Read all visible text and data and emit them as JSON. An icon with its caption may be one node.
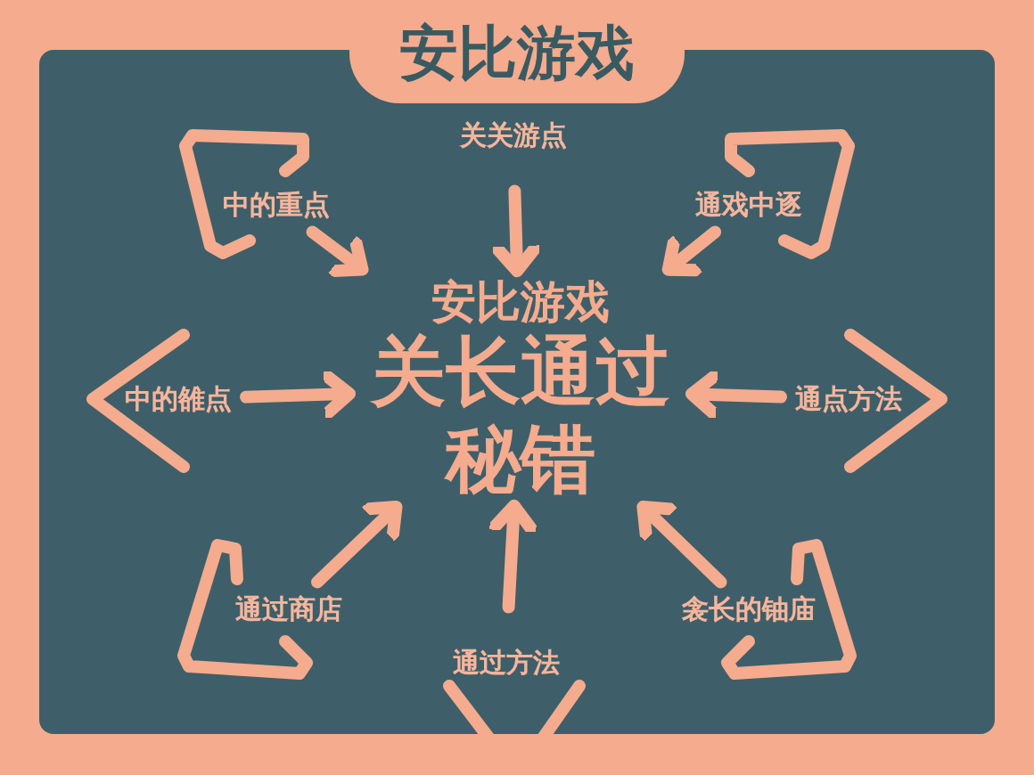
{
  "diagram": {
    "title": "安比游戏",
    "nodes": [
      {
        "text": [
          "关关游点"
        ]
      },
      {
        "text": [
          "中的重点"
        ]
      },
      {
        "text": [
          "通戏中逐"
        ]
      },
      {
        "text": [
          "安比游戏",
          "关长通过秘错"
        ]
      },
      {
        "text": [
          "中的雒点"
        ]
      },
      {
        "text": [
          "通点方法"
        ]
      },
      {
        "text": [
          "通过商店"
        ]
      },
      {
        "text": [
          "通过方法"
        ]
      },
      {
        "text": [
          "衾长的铀庙"
        ]
      }
    ],
    "edges": [
      {
        "from": 0,
        "to": 3,
        "arrow": "to"
      },
      {
        "from": 1,
        "to": 3,
        "arrow": "to"
      },
      {
        "from": 2,
        "to": 3,
        "arrow": "to"
      },
      {
        "from": 4,
        "to": 3,
        "arrow": "to"
      },
      {
        "from": 5,
        "to": 3,
        "arrow": "to"
      },
      {
        "from": 6,
        "to": 3,
        "arrow": "to"
      },
      {
        "from": 7,
        "to": 3,
        "arrow": "to"
      },
      {
        "from": 8,
        "to": 3,
        "arrow": "to"
      }
    ]
  }
}
